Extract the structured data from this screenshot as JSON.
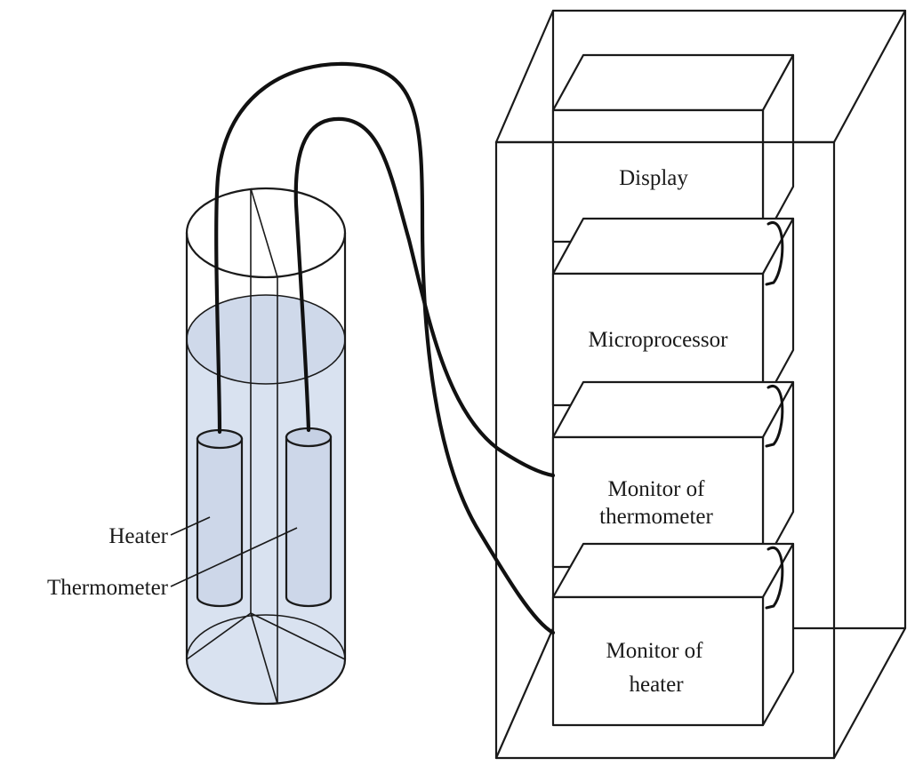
{
  "labels": {
    "heater": "Heater",
    "thermometer": "Thermometer",
    "display": "Display",
    "microprocessor": "Microprocessor",
    "monitor_thermometer_line1": "Monitor of",
    "monitor_thermometer_line2": "thermometer",
    "monitor_heater_line1": "Monitor of",
    "monitor_heater_line2": "heater"
  },
  "colors": {
    "liquid": "#d9e2f0",
    "line": "#1a1a1a"
  }
}
